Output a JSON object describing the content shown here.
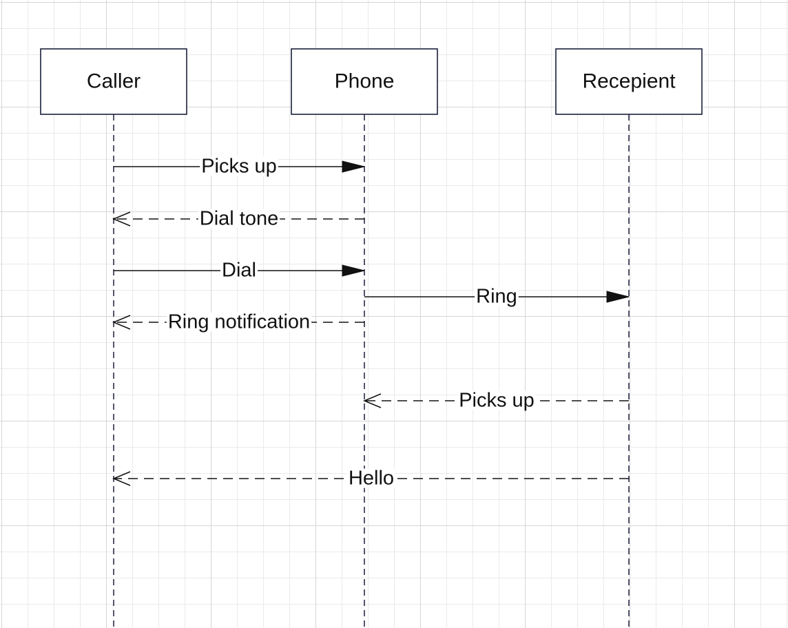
{
  "diagram": {
    "type": "sequence",
    "participants": [
      {
        "id": "caller",
        "label": "Caller"
      },
      {
        "id": "phone",
        "label": "Phone"
      },
      {
        "id": "recipient",
        "label": "Recepient"
      }
    ],
    "messages": [
      {
        "from": "caller",
        "to": "phone",
        "label": "Picks up",
        "style": "solid"
      },
      {
        "from": "phone",
        "to": "caller",
        "label": "Dial tone",
        "style": "dashed"
      },
      {
        "from": "caller",
        "to": "phone",
        "label": "Dial",
        "style": "solid"
      },
      {
        "from": "phone",
        "to": "recipient",
        "label": "Ring",
        "style": "solid"
      },
      {
        "from": "phone",
        "to": "caller",
        "label": "Ring notification",
        "style": "dashed"
      },
      {
        "from": "recipient",
        "to": "phone",
        "label": "Picks up",
        "style": "dashed"
      },
      {
        "from": "recipient",
        "to": "caller",
        "label": "Hello",
        "style": "dashed"
      }
    ],
    "colors": {
      "box_stroke": "#1a1f3a",
      "line": "#111111",
      "grid": "#d6d6d6"
    }
  }
}
